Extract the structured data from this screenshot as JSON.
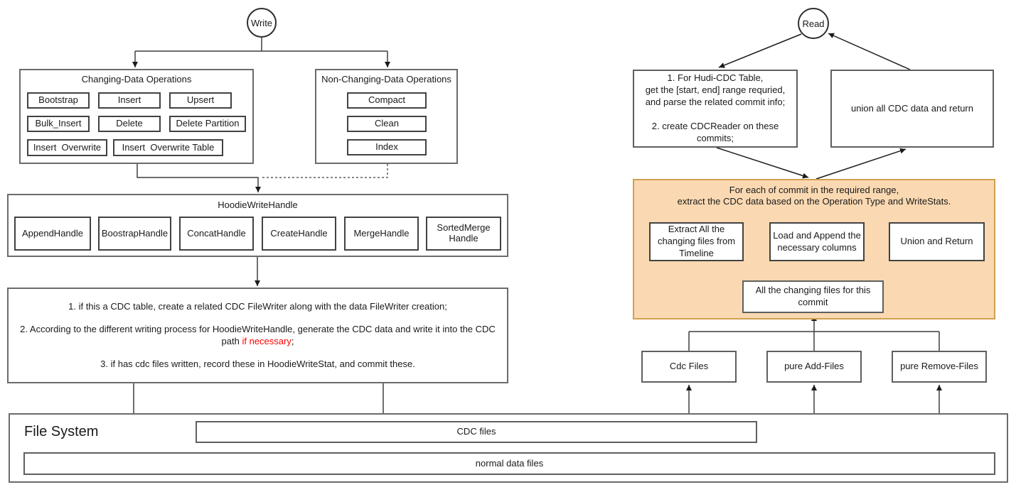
{
  "write_flow": {
    "write_label": "Write",
    "changing_ops": {
      "title": "Changing-Data Operations",
      "ops": [
        "Bootstrap",
        "Insert",
        "Upsert",
        "Bulk_Insert",
        "Delete",
        "Delete Partition",
        "Insert  Overwrite",
        "Insert  Overwrite Table"
      ]
    },
    "non_changing_ops": {
      "title": "Non-Changing-Data Operations",
      "ops": [
        "Compact",
        "Clean",
        "Index"
      ]
    },
    "write_handle": {
      "title": "HoodieWriteHandle",
      "handles": [
        "AppendHandle",
        "BoostrapHandle",
        "ConcatHandle",
        "CreateHandle",
        "MergeHandle",
        "SortedMerge\nHandle"
      ]
    },
    "writer_notes": {
      "p1": "1. if this a CDC table, create a related CDC FileWriter along with the data FileWriter creation;",
      "p2_prefix": "2. According to the different writing process for HoodieWriteHandle, generate the CDC data and write it into the CDC path ",
      "p2_red": "if necessary",
      "p2_suffix": ";",
      "p3": "3. if has cdc files written, record these in HoodieWriteStat, and commit these."
    }
  },
  "read_flow": {
    "read_label": "Read",
    "reader_steps": "1. For Hudi-CDC Table,\nget the [start, end] range requried,\nand parse the related commit info;\n\n2. create CDCReader on these\ncommits;",
    "union_result": "union all CDC data and return",
    "per_commit": {
      "title": "For each of commit in the required range,\nextract the CDC data based on the Operation Type and WriteStats.",
      "extract_step": "Extract All the\nchanging files from\nTimeline",
      "load_step": "Load and Append the\nnecessary columns",
      "union_step": "Union and Return",
      "changing_files": "All the changing files for this\ncommit"
    },
    "file_groups": [
      "Cdc Files",
      "pure Add-Files",
      "pure Remove-Files"
    ]
  },
  "file_system": {
    "title": "File System",
    "cdc_files_label": "CDC files",
    "normal_files_label": "normal data files"
  },
  "colors": {
    "orange_fill": "#fad9b2",
    "orange_stroke": "#cfa050",
    "red_text": "#ff0000",
    "selection_blue": "#55a1d6"
  }
}
